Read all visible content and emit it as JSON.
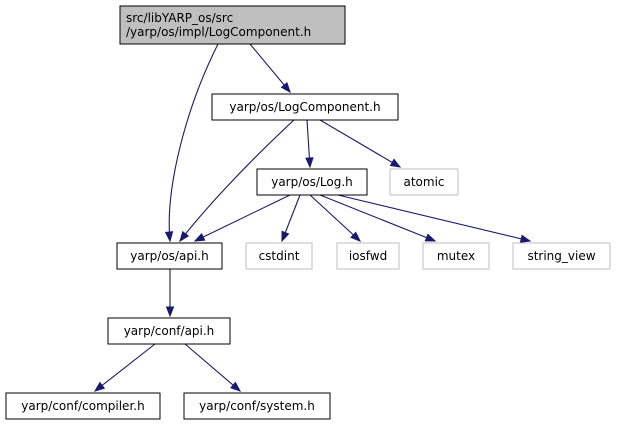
{
  "colors": {
    "edge": "#191970",
    "focus_fill": "#bfbfbf",
    "node_border": "#000000",
    "external_border": "#bfbfbf",
    "node_fill": "#ffffff",
    "text": "#000000"
  },
  "nodes": [
    {
      "id": "root",
      "lines": [
        "src/libYARP_os/src",
        "/yarp/os/impl/LogComponent.h"
      ],
      "kind": "focus"
    },
    {
      "id": "logcomponent",
      "lines": [
        "yarp/os/LogComponent.h"
      ],
      "kind": "internal"
    },
    {
      "id": "log",
      "lines": [
        "yarp/os/Log.h"
      ],
      "kind": "internal"
    },
    {
      "id": "atomic",
      "lines": [
        "atomic"
      ],
      "kind": "external"
    },
    {
      "id": "os_api",
      "lines": [
        "yarp/os/api.h"
      ],
      "kind": "internal"
    },
    {
      "id": "cstdint",
      "lines": [
        "cstdint"
      ],
      "kind": "external"
    },
    {
      "id": "iosfwd",
      "lines": [
        "iosfwd"
      ],
      "kind": "external"
    },
    {
      "id": "mutex",
      "lines": [
        "mutex"
      ],
      "kind": "external"
    },
    {
      "id": "string_view",
      "lines": [
        "string_view"
      ],
      "kind": "external"
    },
    {
      "id": "conf_api",
      "lines": [
        "yarp/conf/api.h"
      ],
      "kind": "internal"
    },
    {
      "id": "compiler",
      "lines": [
        "yarp/conf/compiler.h"
      ],
      "kind": "internal"
    },
    {
      "id": "system",
      "lines": [
        "yarp/conf/system.h"
      ],
      "kind": "internal"
    }
  ],
  "edges": [
    {
      "from": "root",
      "to": "logcomponent"
    },
    {
      "from": "root",
      "to": "os_api"
    },
    {
      "from": "logcomponent",
      "to": "log"
    },
    {
      "from": "logcomponent",
      "to": "atomic"
    },
    {
      "from": "logcomponent",
      "to": "os_api"
    },
    {
      "from": "log",
      "to": "os_api"
    },
    {
      "from": "log",
      "to": "cstdint"
    },
    {
      "from": "log",
      "to": "iosfwd"
    },
    {
      "from": "log",
      "to": "mutex"
    },
    {
      "from": "log",
      "to": "string_view"
    },
    {
      "from": "os_api",
      "to": "conf_api"
    },
    {
      "from": "conf_api",
      "to": "compiler"
    },
    {
      "from": "conf_api",
      "to": "system"
    }
  ]
}
